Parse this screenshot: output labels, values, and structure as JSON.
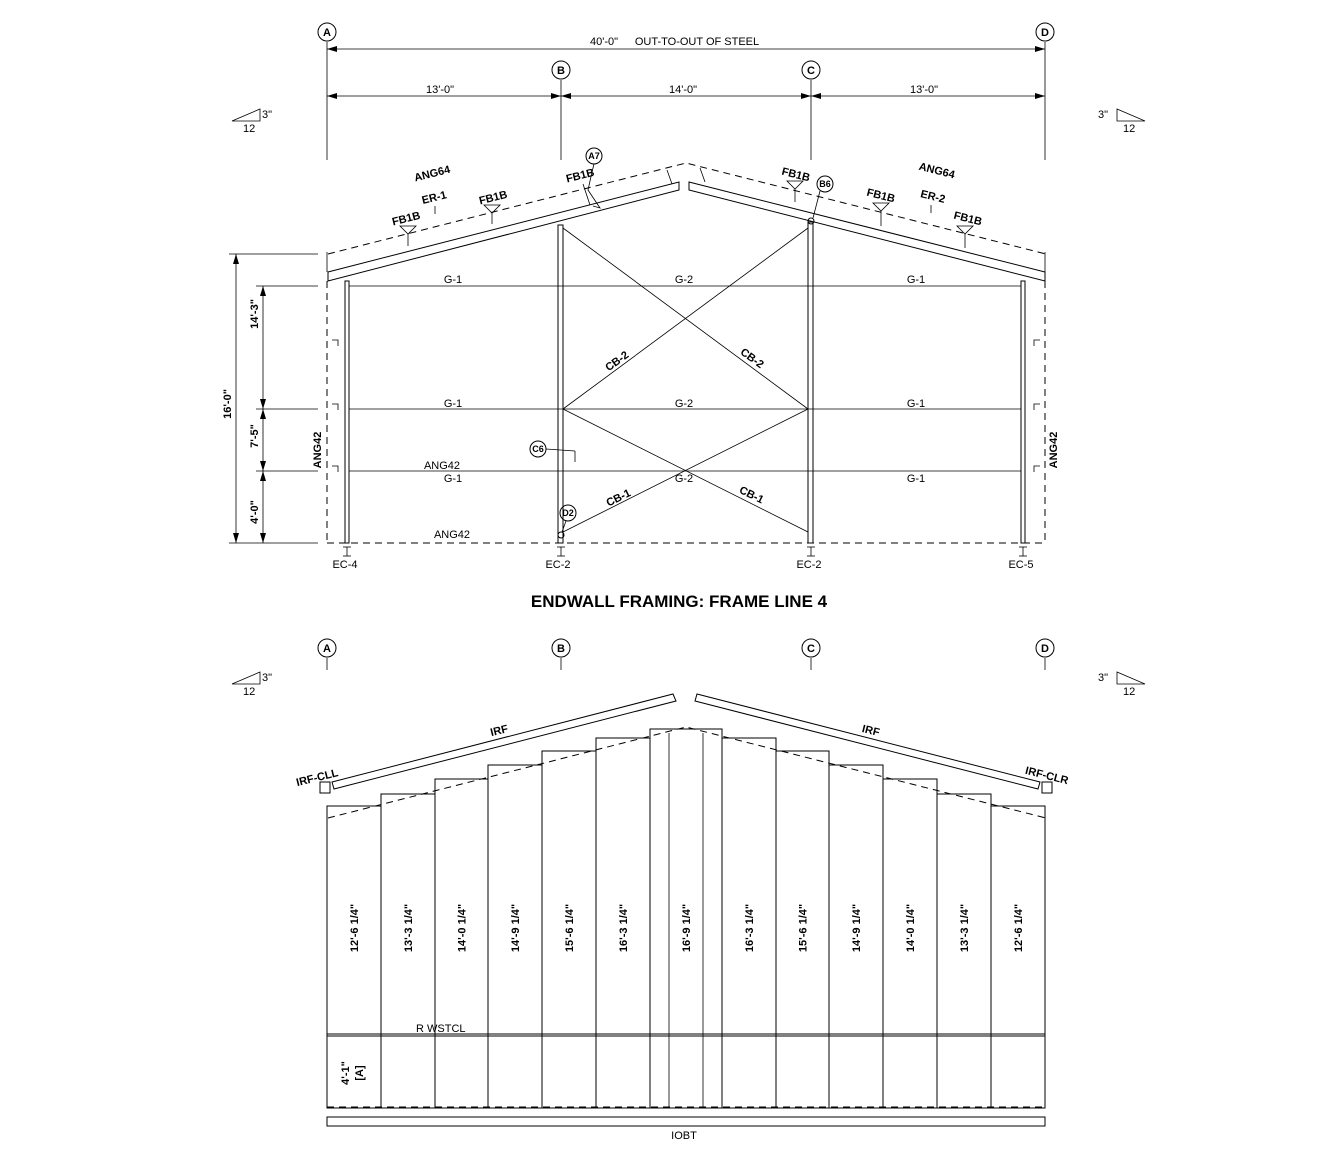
{
  "grid_lines": [
    "A",
    "B",
    "C",
    "D"
  ],
  "dimensions": {
    "overall": "40'-0\"",
    "overall_note": "OUT-TO-OUT OF STEEL",
    "bays": [
      "13'-0\"",
      "14'-0\"",
      "13'-0\""
    ],
    "heights": [
      "14'-3\"",
      "7'-5\"",
      "4'-0\""
    ],
    "height_total": "16'-0\""
  },
  "slope": {
    "rise": "3\"",
    "run": "12"
  },
  "roof_labels": {
    "angle_left": "ANG64",
    "angle_right": "ANG64",
    "bracket_left": "ER-1",
    "bracket_right": "ER-2",
    "fb": "FB1B",
    "bubble_a7": "A7",
    "bubble_b6": "B6"
  },
  "girts": {
    "left": "G-1",
    "center": "G-2",
    "right": "G-1"
  },
  "bracing": {
    "upper": "CB-2",
    "lower": "CB-1"
  },
  "angles": {
    "wall": "ANG42",
    "girt": "ANG42",
    "base": "ANG42"
  },
  "bubbles_lower": {
    "c6": "C6",
    "d2": "D2"
  },
  "columns": [
    "EC-4",
    "EC-2",
    "EC-2",
    "EC-5"
  ],
  "frame_title": "ENDWALL FRAMING: FRAME LINE 4",
  "sheeting": {
    "trim_left": "IRF",
    "trim_right": "IRF",
    "closure_left": "IRF-CLL",
    "closure_right": "IRF-CLR",
    "panel_lengths": [
      "12'-6 1/4\"",
      "13'-3 1/4\"",
      "14'-0 1/4\"",
      "14'-9 1/4\"",
      "15'-6 1/4\"",
      "16'-3 1/4\"",
      "16'-9 1/4\"",
      "16'-3 1/4\"",
      "15'-6 1/4\"",
      "14'-9 1/4\"",
      "14'-0 1/4\"",
      "13'-3 1/4\"",
      "12'-6 1/4\""
    ],
    "overlap_note": "R WSTCL",
    "base_height": "4'-1\"",
    "base_tag": "[A]",
    "base_trim": "IOBT"
  }
}
